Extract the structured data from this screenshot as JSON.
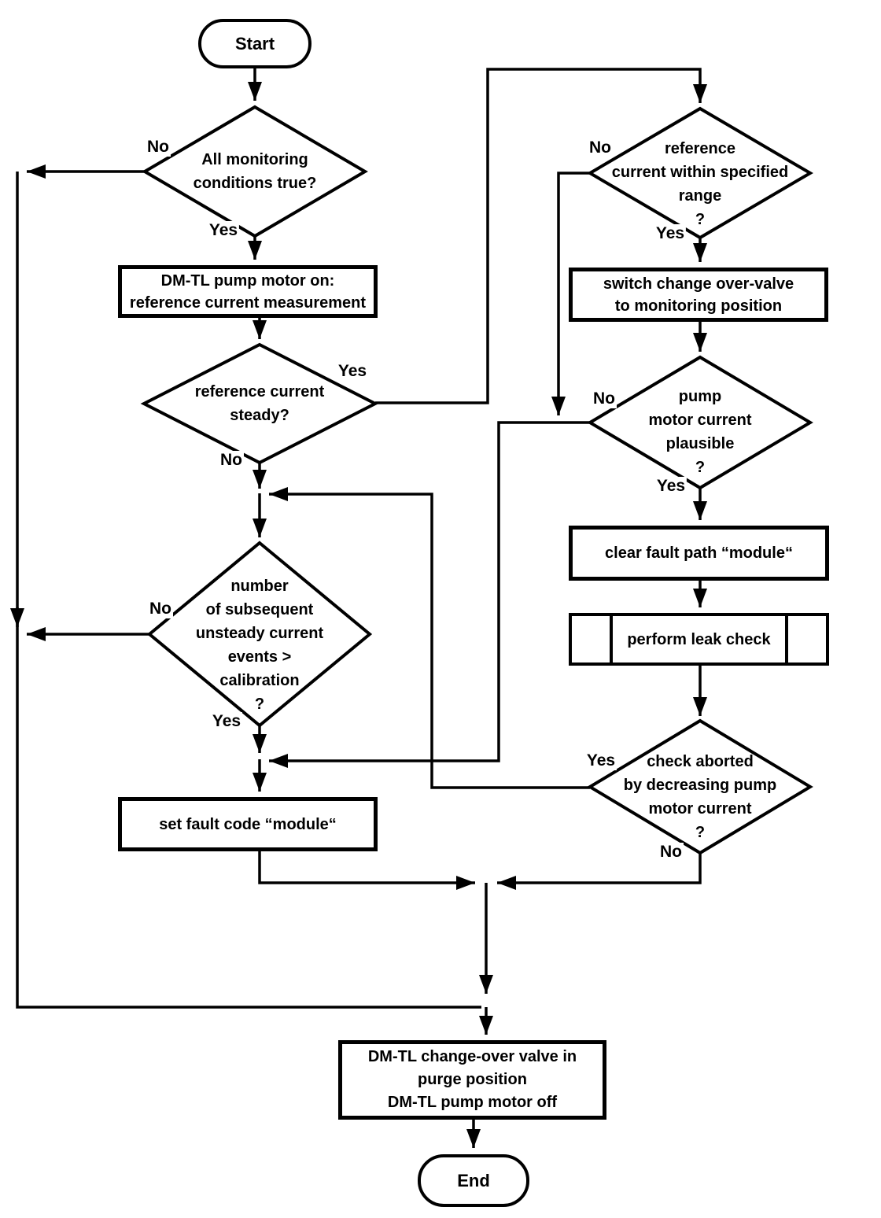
{
  "colors": {
    "background": "#ffffff",
    "line": "#000000",
    "text": "#000000"
  },
  "nodes": {
    "start": {
      "type": "terminator",
      "label": "Start"
    },
    "all_monitoring_conditions": {
      "type": "decision",
      "label": "All monitoring\nconditions true?"
    },
    "pump_motor_on": {
      "type": "process",
      "label": "DM-TL pump motor on:\nreference current measurement"
    },
    "reference_current_steady": {
      "type": "decision",
      "label": "reference current\nsteady?"
    },
    "unsteady_current_events": {
      "type": "decision",
      "label": "number\nof subsequent\nunsteady current\nevents >\ncalibration\n?"
    },
    "set_fault_code": {
      "type": "process",
      "label": "set fault code “module“"
    },
    "reference_current_within_range": {
      "type": "decision",
      "label": "reference\ncurrent within specified\nrange\n?"
    },
    "switch_change_over_valve": {
      "type": "process",
      "label": "switch change over-valve\nto monitoring position"
    },
    "pump_motor_current_plausible": {
      "type": "decision",
      "label": "pump\nmotor current\nplausible\n?"
    },
    "clear_fault_path": {
      "type": "process",
      "label": "clear fault path “module“"
    },
    "perform_leak_check": {
      "type": "predefined_process",
      "label": "perform leak check"
    },
    "check_aborted": {
      "type": "decision",
      "label": "check aborted\nby decreasing pump\nmotor current\n?"
    },
    "valve_purge_pump_off": {
      "type": "process",
      "label": "DM-TL change-over valve in\npurge position\nDM-TL pump motor off"
    },
    "end": {
      "type": "terminator",
      "label": "End"
    }
  },
  "edge_labels": {
    "all_monitoring_no": "No",
    "all_monitoring_yes": "Yes",
    "steady_yes": "Yes",
    "steady_no": "No",
    "range_no": "No",
    "range_yes": "Yes",
    "events_no": "No",
    "events_yes": "Yes",
    "plausible_no": "No",
    "plausible_yes": "Yes",
    "aborted_yes": "Yes",
    "aborted_no": "No"
  }
}
